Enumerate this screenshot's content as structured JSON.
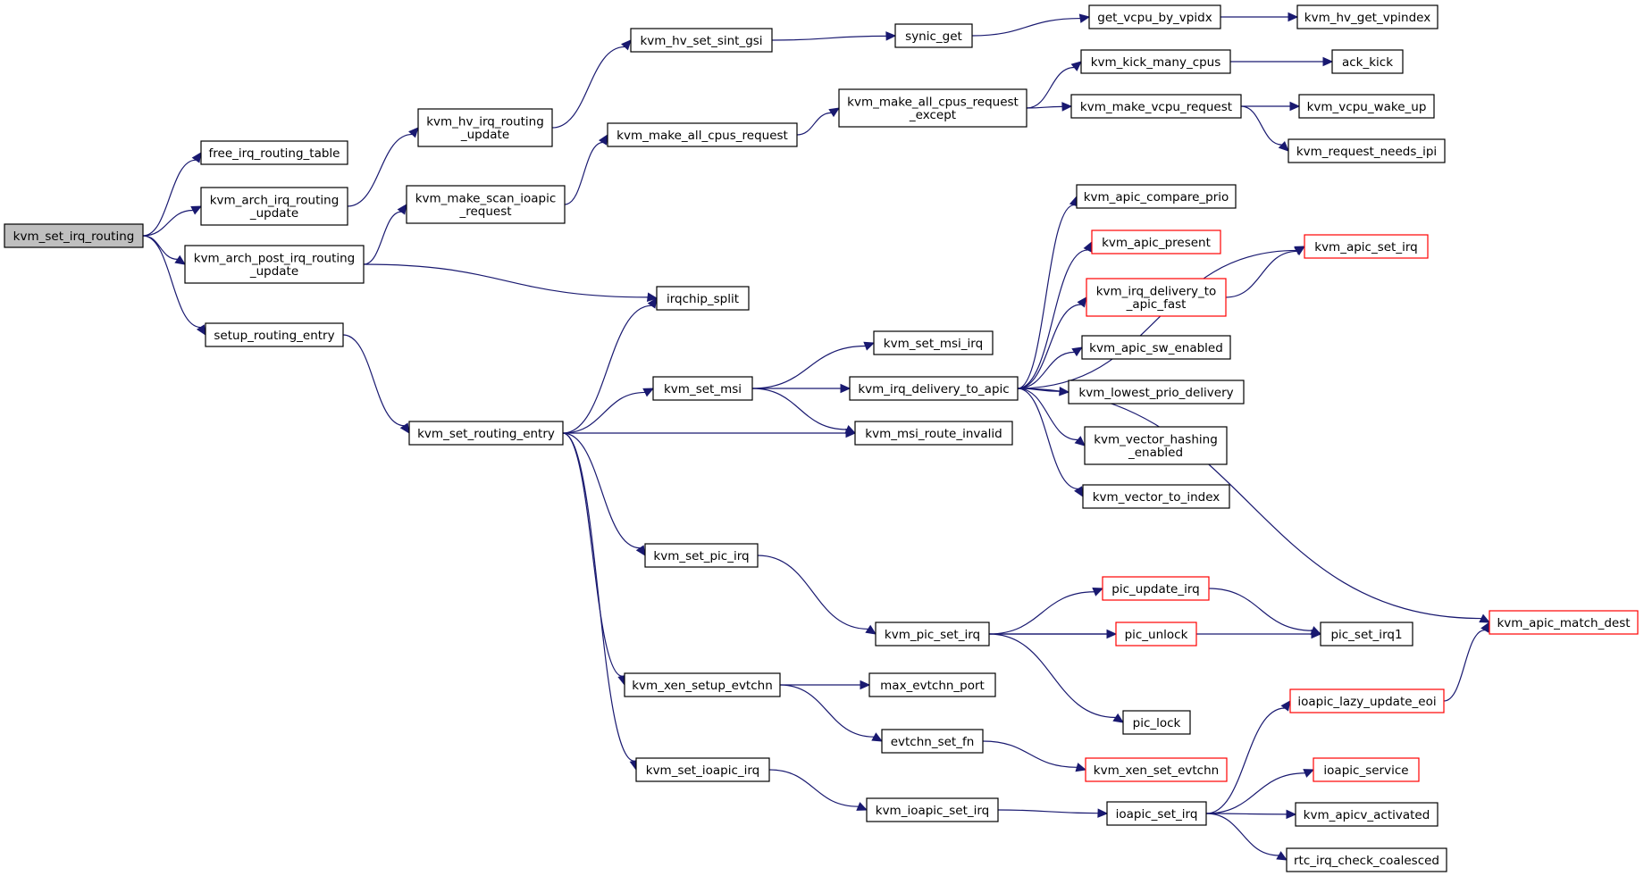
{
  "colors": {
    "edge": "#191970",
    "root_fill": "#bfbfbf",
    "truncated_border": "#ff0000",
    "border": "#000000"
  },
  "nodes": {
    "kvm_set_irq_routing": {
      "lines": [
        "kvm_set_irq_routing"
      ],
      "style": "root"
    },
    "free_irq_routing_table": {
      "lines": [
        "free_irq_routing_table"
      ],
      "style": "normal"
    },
    "kvm_arch_irq_routing_update": {
      "lines": [
        "kvm_arch_irq_routing",
        "_update"
      ],
      "style": "normal"
    },
    "kvm_arch_post_irq_routing_update": {
      "lines": [
        "kvm_arch_post_irq_routing",
        "_update"
      ],
      "style": "normal"
    },
    "setup_routing_entry": {
      "lines": [
        "setup_routing_entry"
      ],
      "style": "normal"
    },
    "kvm_hv_irq_routing_update": {
      "lines": [
        "kvm_hv_irq_routing",
        "_update"
      ],
      "style": "normal"
    },
    "kvm_make_scan_ioapic_request": {
      "lines": [
        "kvm_make_scan_ioapic",
        "_request"
      ],
      "style": "normal"
    },
    "kvm_set_routing_entry": {
      "lines": [
        "kvm_set_routing_entry"
      ],
      "style": "normal"
    },
    "kvm_hv_set_sint_gsi": {
      "lines": [
        "kvm_hv_set_sint_gsi"
      ],
      "style": "normal"
    },
    "kvm_make_all_cpus_request": {
      "lines": [
        "kvm_make_all_cpus_request"
      ],
      "style": "normal"
    },
    "irqchip_split": {
      "lines": [
        "irqchip_split"
      ],
      "style": "normal"
    },
    "kvm_set_msi": {
      "lines": [
        "kvm_set_msi"
      ],
      "style": "normal"
    },
    "kvm_set_pic_irq": {
      "lines": [
        "kvm_set_pic_irq"
      ],
      "style": "normal"
    },
    "kvm_xen_setup_evtchn": {
      "lines": [
        "kvm_xen_setup_evtchn"
      ],
      "style": "normal"
    },
    "kvm_set_ioapic_irq": {
      "lines": [
        "kvm_set_ioapic_irq"
      ],
      "style": "normal"
    },
    "synic_get": {
      "lines": [
        "synic_get"
      ],
      "style": "normal"
    },
    "kvm_make_all_cpus_request_except": {
      "lines": [
        "kvm_make_all_cpus_request",
        "_except"
      ],
      "style": "normal"
    },
    "kvm_set_msi_irq": {
      "lines": [
        "kvm_set_msi_irq"
      ],
      "style": "normal"
    },
    "kvm_irq_delivery_to_apic": {
      "lines": [
        "kvm_irq_delivery_to_apic"
      ],
      "style": "normal"
    },
    "kvm_msi_route_invalid": {
      "lines": [
        "kvm_msi_route_invalid"
      ],
      "style": "normal"
    },
    "kvm_pic_set_irq": {
      "lines": [
        "kvm_pic_set_irq"
      ],
      "style": "normal"
    },
    "max_evtchn_port": {
      "lines": [
        "max_evtchn_port"
      ],
      "style": "normal"
    },
    "evtchn_set_fn": {
      "lines": [
        "evtchn_set_fn"
      ],
      "style": "normal"
    },
    "kvm_ioapic_set_irq": {
      "lines": [
        "kvm_ioapic_set_irq"
      ],
      "style": "normal"
    },
    "get_vcpu_by_vpidx": {
      "lines": [
        "get_vcpu_by_vpidx"
      ],
      "style": "normal"
    },
    "kvm_kick_many_cpus": {
      "lines": [
        "kvm_kick_many_cpus"
      ],
      "style": "normal"
    },
    "kvm_make_vcpu_request": {
      "lines": [
        "kvm_make_vcpu_request"
      ],
      "style": "normal"
    },
    "kvm_apic_compare_prio": {
      "lines": [
        "kvm_apic_compare_prio"
      ],
      "style": "normal"
    },
    "kvm_apic_present": {
      "lines": [
        "kvm_apic_present"
      ],
      "style": "truncated"
    },
    "kvm_irq_delivery_to_apic_fast": {
      "lines": [
        "kvm_irq_delivery_to",
        "_apic_fast"
      ],
      "style": "truncated"
    },
    "kvm_apic_sw_enabled": {
      "lines": [
        "kvm_apic_sw_enabled"
      ],
      "style": "normal"
    },
    "kvm_lowest_prio_delivery": {
      "lines": [
        "kvm_lowest_prio_delivery"
      ],
      "style": "normal"
    },
    "kvm_vector_hashing_enabled": {
      "lines": [
        "kvm_vector_hashing",
        "_enabled"
      ],
      "style": "normal"
    },
    "kvm_vector_to_index": {
      "lines": [
        "kvm_vector_to_index"
      ],
      "style": "normal"
    },
    "pic_update_irq": {
      "lines": [
        "pic_update_irq"
      ],
      "style": "truncated"
    },
    "pic_unlock": {
      "lines": [
        "pic_unlock"
      ],
      "style": "truncated"
    },
    "pic_lock": {
      "lines": [
        "pic_lock"
      ],
      "style": "normal"
    },
    "kvm_xen_set_evtchn": {
      "lines": [
        "kvm_xen_set_evtchn"
      ],
      "style": "truncated"
    },
    "ioapic_set_irq": {
      "lines": [
        "ioapic_set_irq"
      ],
      "style": "normal"
    },
    "kvm_hv_get_vpindex": {
      "lines": [
        "kvm_hv_get_vpindex"
      ],
      "style": "normal"
    },
    "ack_kick": {
      "lines": [
        "ack_kick"
      ],
      "style": "normal"
    },
    "kvm_vcpu_wake_up": {
      "lines": [
        "kvm_vcpu_wake_up"
      ],
      "style": "normal"
    },
    "kvm_request_needs_ipi": {
      "lines": [
        "kvm_request_needs_ipi"
      ],
      "style": "normal"
    },
    "kvm_apic_set_irq": {
      "lines": [
        "kvm_apic_set_irq"
      ],
      "style": "truncated"
    },
    "pic_set_irq1": {
      "lines": [
        "pic_set_irq1"
      ],
      "style": "normal"
    },
    "ioapic_lazy_update_eoi": {
      "lines": [
        "ioapic_lazy_update_eoi"
      ],
      "style": "truncated"
    },
    "ioapic_service": {
      "lines": [
        "ioapic_service"
      ],
      "style": "truncated"
    },
    "kvm_apicv_activated": {
      "lines": [
        "kvm_apicv_activated"
      ],
      "style": "normal"
    },
    "rtc_irq_check_coalesced": {
      "lines": [
        "rtc_irq_check_coalesced"
      ],
      "style": "normal"
    },
    "kvm_apic_match_dest": {
      "lines": [
        "kvm_apic_match_dest"
      ],
      "style": "truncated"
    }
  },
  "edges": [
    [
      "kvm_set_irq_routing",
      "free_irq_routing_table"
    ],
    [
      "kvm_set_irq_routing",
      "kvm_arch_irq_routing_update"
    ],
    [
      "kvm_set_irq_routing",
      "kvm_arch_post_irq_routing_update"
    ],
    [
      "kvm_set_irq_routing",
      "setup_routing_entry"
    ],
    [
      "kvm_arch_irq_routing_update",
      "kvm_hv_irq_routing_update"
    ],
    [
      "kvm_arch_post_irq_routing_update",
      "kvm_make_scan_ioapic_request"
    ],
    [
      "kvm_arch_post_irq_routing_update",
      "irqchip_split"
    ],
    [
      "setup_routing_entry",
      "kvm_set_routing_entry"
    ],
    [
      "kvm_hv_irq_routing_update",
      "kvm_hv_set_sint_gsi"
    ],
    [
      "kvm_make_scan_ioapic_request",
      "kvm_make_all_cpus_request"
    ],
    [
      "kvm_set_routing_entry",
      "irqchip_split"
    ],
    [
      "kvm_set_routing_entry",
      "kvm_set_msi"
    ],
    [
      "kvm_set_routing_entry",
      "kvm_msi_route_invalid"
    ],
    [
      "kvm_set_routing_entry",
      "kvm_set_pic_irq"
    ],
    [
      "kvm_set_routing_entry",
      "kvm_xen_setup_evtchn"
    ],
    [
      "kvm_set_routing_entry",
      "kvm_set_ioapic_irq"
    ],
    [
      "kvm_hv_set_sint_gsi",
      "synic_get"
    ],
    [
      "synic_get",
      "get_vcpu_by_vpidx"
    ],
    [
      "get_vcpu_by_vpidx",
      "kvm_hv_get_vpindex"
    ],
    [
      "kvm_make_all_cpus_request",
      "kvm_make_all_cpus_request_except"
    ],
    [
      "kvm_make_all_cpus_request_except",
      "kvm_kick_many_cpus"
    ],
    [
      "kvm_make_all_cpus_request_except",
      "kvm_make_vcpu_request"
    ],
    [
      "kvm_kick_many_cpus",
      "ack_kick"
    ],
    [
      "kvm_make_vcpu_request",
      "kvm_vcpu_wake_up"
    ],
    [
      "kvm_make_vcpu_request",
      "kvm_request_needs_ipi"
    ],
    [
      "kvm_set_msi",
      "kvm_set_msi_irq"
    ],
    [
      "kvm_set_msi",
      "kvm_irq_delivery_to_apic"
    ],
    [
      "kvm_set_msi",
      "kvm_msi_route_invalid"
    ],
    [
      "kvm_irq_delivery_to_apic",
      "kvm_apic_set_irq"
    ],
    [
      "kvm_irq_delivery_to_apic",
      "kvm_apic_compare_prio"
    ],
    [
      "kvm_irq_delivery_to_apic",
      "kvm_apic_present"
    ],
    [
      "kvm_irq_delivery_to_apic",
      "kvm_irq_delivery_to_apic_fast"
    ],
    [
      "kvm_irq_delivery_to_apic",
      "kvm_apic_sw_enabled"
    ],
    [
      "kvm_irq_delivery_to_apic",
      "kvm_lowest_prio_delivery"
    ],
    [
      "kvm_irq_delivery_to_apic",
      "kvm_vector_hashing_enabled"
    ],
    [
      "kvm_irq_delivery_to_apic",
      "kvm_vector_to_index"
    ],
    [
      "kvm_irq_delivery_to_apic",
      "kvm_apic_match_dest"
    ],
    [
      "kvm_irq_delivery_to_apic_fast",
      "kvm_apic_set_irq"
    ],
    [
      "kvm_set_pic_irq",
      "kvm_pic_set_irq"
    ],
    [
      "kvm_pic_set_irq",
      "pic_update_irq"
    ],
    [
      "kvm_pic_set_irq",
      "pic_unlock"
    ],
    [
      "kvm_pic_set_irq",
      "pic_set_irq1"
    ],
    [
      "kvm_pic_set_irq",
      "pic_lock"
    ],
    [
      "pic_update_irq",
      "pic_set_irq1"
    ],
    [
      "kvm_xen_setup_evtchn",
      "max_evtchn_port"
    ],
    [
      "kvm_xen_setup_evtchn",
      "evtchn_set_fn"
    ],
    [
      "evtchn_set_fn",
      "kvm_xen_set_evtchn"
    ],
    [
      "kvm_set_ioapic_irq",
      "kvm_ioapic_set_irq"
    ],
    [
      "kvm_ioapic_set_irq",
      "ioapic_set_irq"
    ],
    [
      "ioapic_set_irq",
      "ioapic_lazy_update_eoi"
    ],
    [
      "ioapic_set_irq",
      "ioapic_service"
    ],
    [
      "ioapic_set_irq",
      "kvm_apicv_activated"
    ],
    [
      "ioapic_set_irq",
      "rtc_irq_check_coalesced"
    ],
    [
      "ioapic_lazy_update_eoi",
      "kvm_apic_match_dest"
    ]
  ]
}
